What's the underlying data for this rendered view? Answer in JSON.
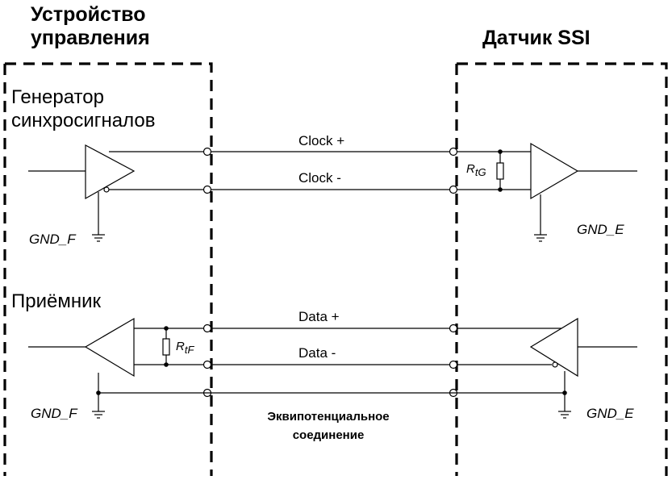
{
  "titles": {
    "controller_line1": "Устройство",
    "controller_line2": "управления",
    "sensor": "Датчик SSI"
  },
  "labels": {
    "clock_gen_line1": "Генератор",
    "clock_gen_line2": "синхросигналов",
    "receiver": "Приёмник",
    "clock_plus": "Clock +",
    "clock_minus": "Clock -",
    "data_plus": "Data +",
    "data_minus": "Data -",
    "gnd_f": "GND_F",
    "gnd_e": "GND_E",
    "equipotential_line1": "Эквипотенциальное",
    "equipotential_line2": "соединение",
    "rtg_main": "R",
    "rtg_sub": "tG",
    "rtf_main": "R",
    "rtf_sub": "tF"
  }
}
